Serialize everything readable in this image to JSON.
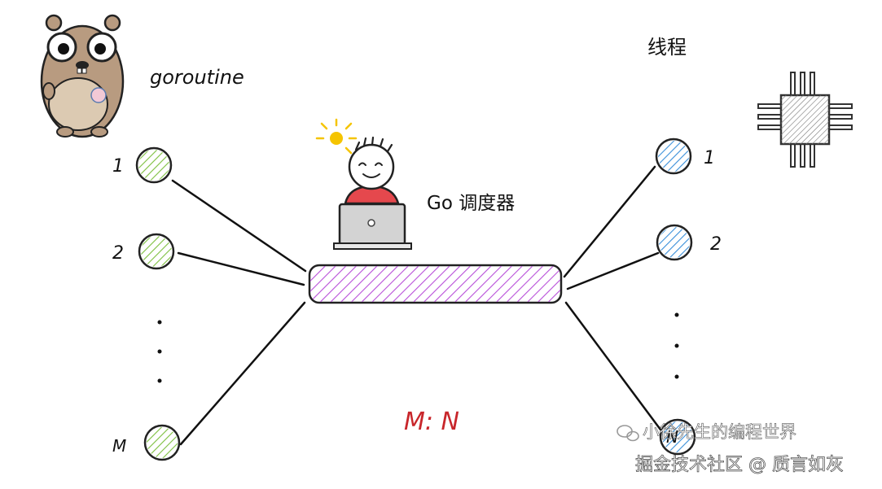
{
  "labels": {
    "goroutine": "goroutine",
    "threads": "线程",
    "scheduler": "Go 调度器",
    "ratio": "M: N"
  },
  "left_nodes": [
    {
      "label": "1",
      "color": "#7dbf3f"
    },
    {
      "label": "2",
      "color": "#7dbf3f"
    },
    {
      "label": "M",
      "color": "#7dbf3f"
    }
  ],
  "right_nodes": [
    {
      "label": "1",
      "color": "#3a8fd9"
    },
    {
      "label": "2",
      "color": "#3a8fd9"
    },
    {
      "label": "N",
      "color": "#3a8fd9"
    }
  ],
  "watermark": {
    "line1": "小徐先生的编程世界",
    "line2": "掘金技术社区 @ 质言如灰"
  },
  "colors": {
    "goroutine_node": "#7dbf3f",
    "thread_node": "#3a8fd9",
    "scheduler_bar": "#b84fd9",
    "ratio_text": "#c8262b",
    "person_shirt": "#e5484d",
    "sun": "#f5c400"
  },
  "icons": [
    "gopher-icon",
    "cpu-chip-icon",
    "lightbulb-sun-icon",
    "laptop-icon",
    "wechat-icon"
  ]
}
